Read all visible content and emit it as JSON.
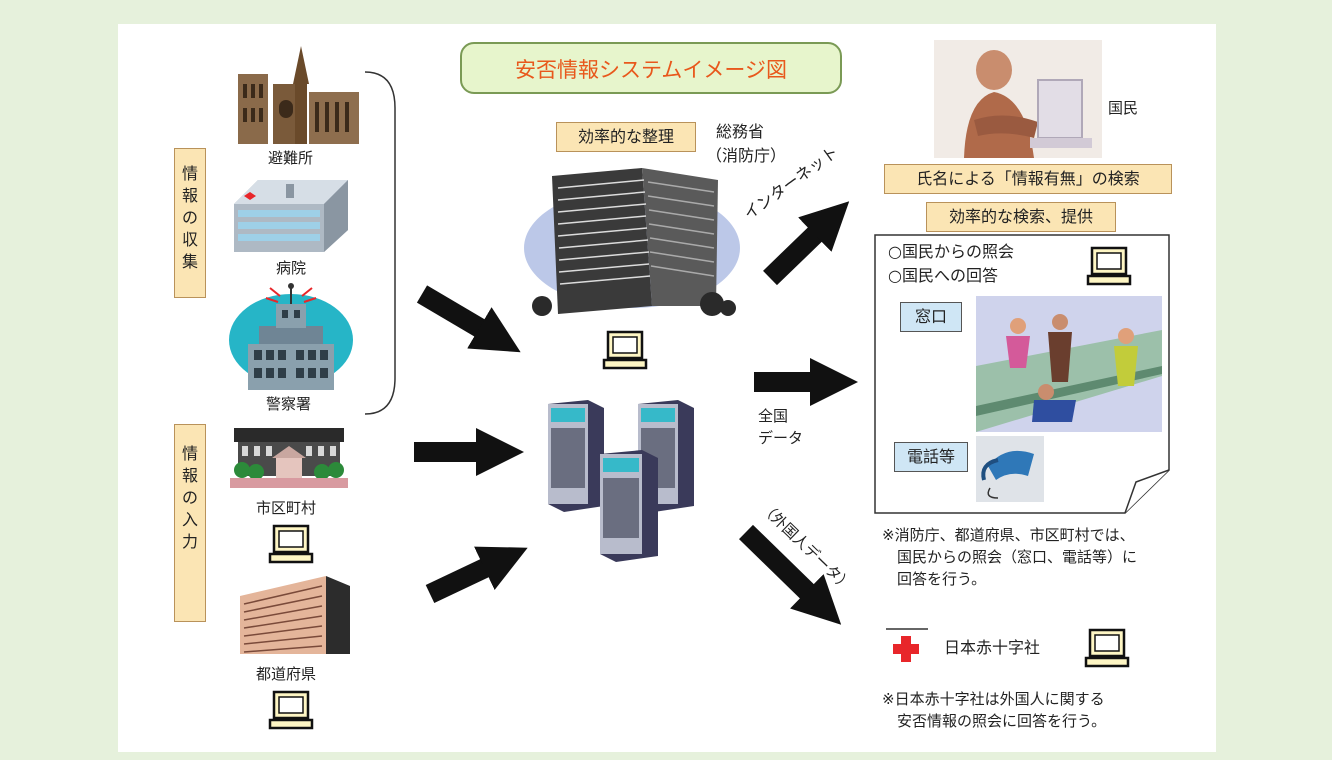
{
  "title": "安否情報システムイメージ図",
  "left": {
    "collect_label": "情報の収集",
    "input_label": "情報の入力",
    "shelter": "避難所",
    "hospital": "病院",
    "police": "警察署",
    "municipality": "市区町村",
    "prefecture": "都道府県"
  },
  "center": {
    "efficient_box": "効率的な整理",
    "ministry": "総務省",
    "fdma": "（消防庁）",
    "internet": "インターネット",
    "national_data_1": "全国",
    "national_data_2": "データ",
    "foreign_data": "（外国人データ）"
  },
  "right": {
    "citizen": "国民",
    "search_box": "氏名による「情報有無」の検索",
    "provide_box": "効率的な検索、提供",
    "inquiry_1": "○国民からの照会",
    "inquiry_2": "○国民への回答",
    "window": "窓口",
    "phone": "電話等",
    "note1_lines": [
      "※消防庁、都道府県、市区町村では、",
      "　国民からの照会（窓口、電話等）に",
      "　回答を行う。"
    ],
    "red_cross": "日本赤十字社",
    "note2_lines": [
      "※日本赤十字社は外国人に関する",
      "　安否情報の照会に回答を行う。"
    ]
  },
  "colors": {
    "background": "#e6f1dc",
    "title_text": "#e8581c",
    "label_fill": "#fbe5b4",
    "blue_fill": "#cfe6f5",
    "red_cross": "#e8262a"
  },
  "icons": [
    "church-icon",
    "hospital-icon",
    "police-icon",
    "municipal-office-icon",
    "prefecture-building-icon",
    "office-tower-icon",
    "server-icon",
    "computer-icon",
    "office-worker-icon",
    "service-counter-icon",
    "telephone-icon",
    "red-cross-icon"
  ]
}
